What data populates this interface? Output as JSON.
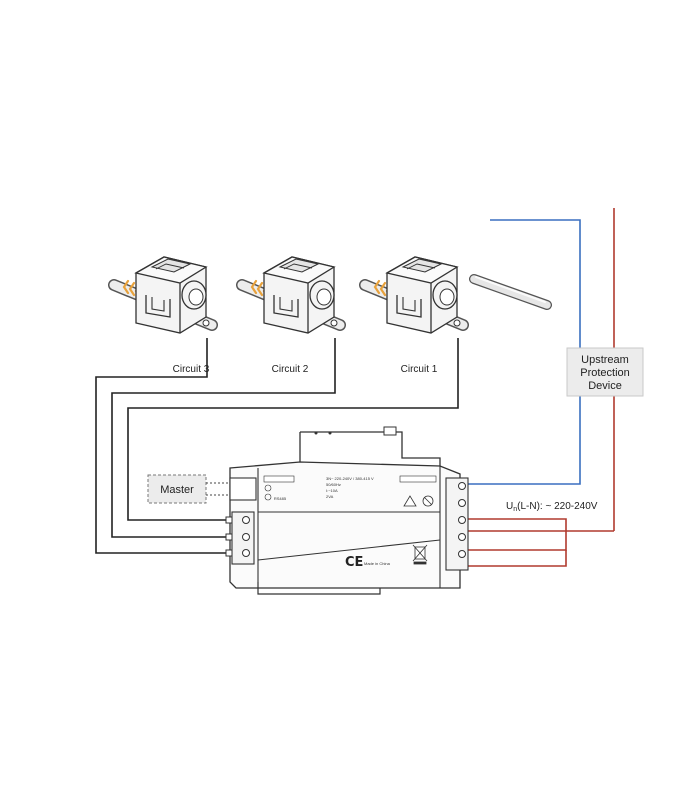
{
  "diagram": {
    "circuits": [
      {
        "label": "Circuit 3"
      },
      {
        "label": "Circuit 2"
      },
      {
        "label": "Circuit 1"
      }
    ],
    "upstream_device": {
      "line1": "Upstream",
      "line2": "Protection",
      "line3": "Device"
    },
    "master_label": "Master",
    "voltage_label": {
      "prefix": "U",
      "subscript": "n",
      "suffix": "(L-N): ~ 220-240V"
    },
    "meter": {
      "ce_mark": "CE",
      "made_in": "Made in China",
      "rs485": "RS485",
      "spec1": "3N~ 220-240V / 380-415 V",
      "spec2": "50/60Hz",
      "spec3": "I:~10A",
      "spec4": "2VA"
    },
    "colors": {
      "neutral_wire": "#3a6fc0",
      "live_wire": "#b03a2e",
      "signal_wire": "#222222",
      "ct_arrows": "#e8a23c",
      "device_box": "#ececec"
    }
  }
}
